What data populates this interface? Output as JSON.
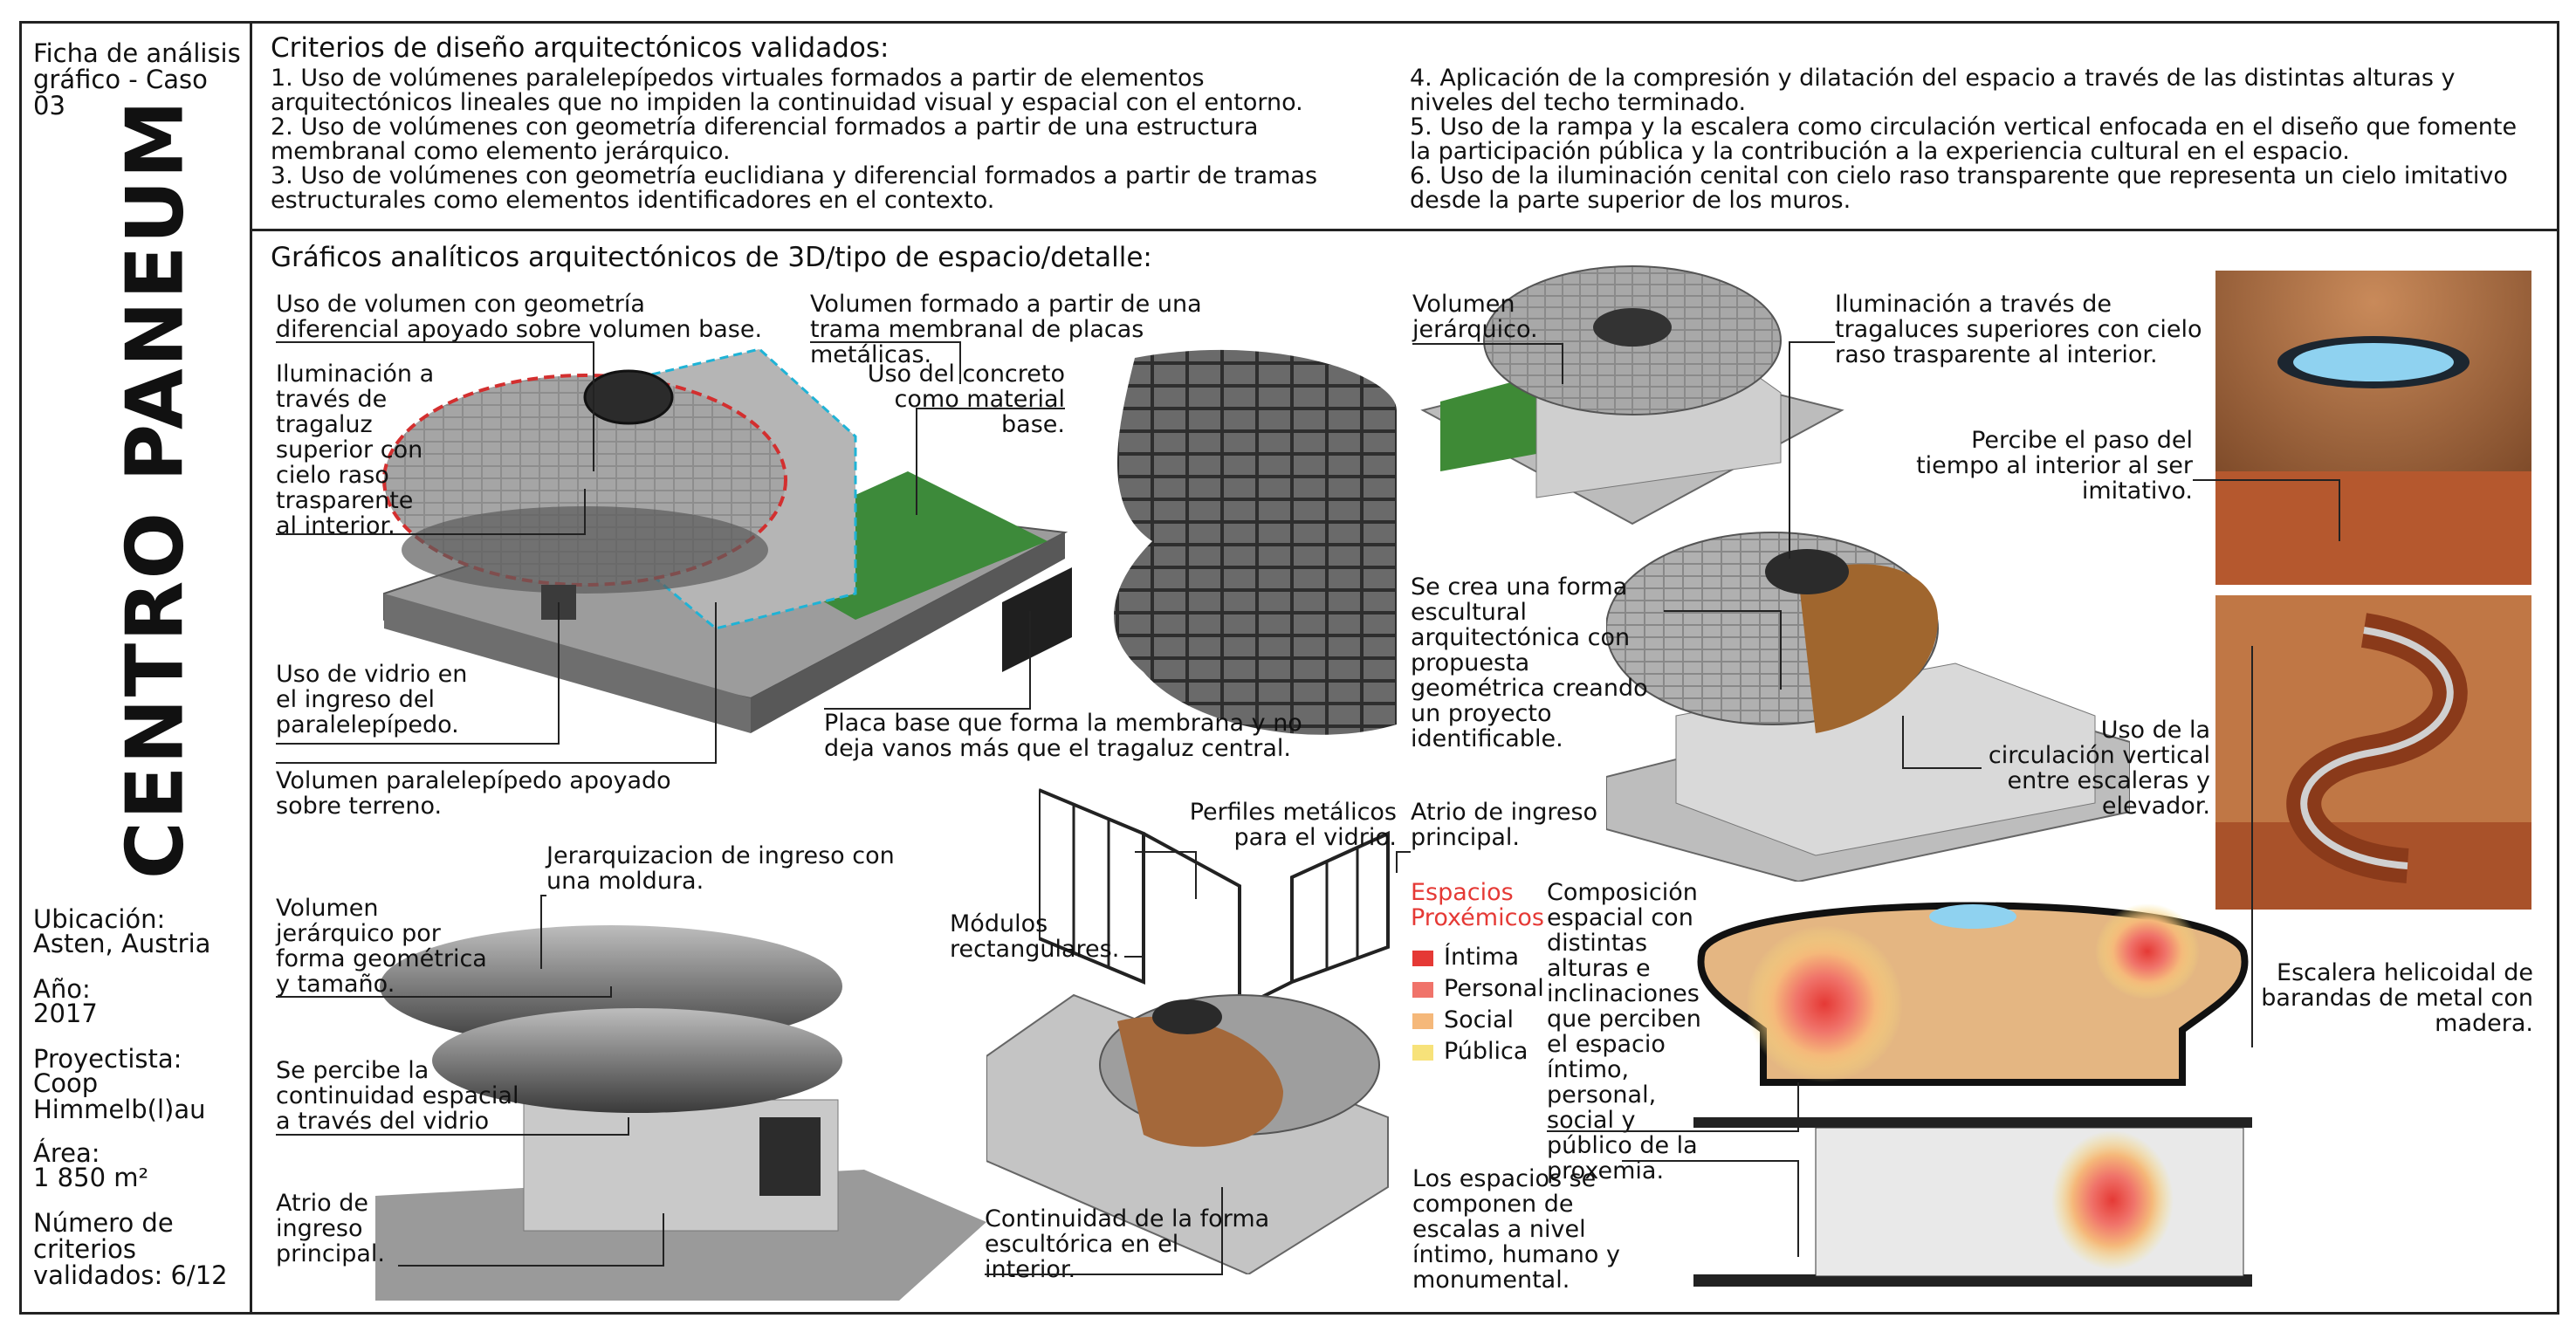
{
  "sidebar": {
    "sheet_label": "Ficha de análisis gráfico - Caso 03",
    "title": "CENTRO PANEUM",
    "location_label": "Ubicación:",
    "location_value": "Asten, Austria",
    "year_label": "Año:",
    "year_value": "2017",
    "designer_label": "Proyectista:",
    "designer_value": "Coop Himmelb(l)au",
    "area_label": "Área:",
    "area_value": "1 850 m²",
    "criteria_label": "Número de criterios validados: 6/12"
  },
  "criteria": {
    "heading": "Criterios de diseño arquitectónicos validados:",
    "items": [
      "1. Uso de volúmenes paralelepípedos virtuales formados a partir de elementos arquitectónicos lineales que no impiden la continuidad visual y espacial con el entorno.",
      "2. Uso de volúmenes con geometría diferencial formados a partir de una estructura membranal como elemento jerárquico.",
      "3. Uso de volúmenes con geometría euclidiana y diferencial formados a partir de tramas estructurales como elementos identificadores en el contexto.",
      "4. Aplicación de la compresión y dilatación del espacio a través de las distintas alturas y niveles del techo terminado.",
      "5. Uso de la rampa y la escalera como circulación vertical enfocada en el diseño que fomente la participación pública y la contribución a la experiencia cultural en el espacio.",
      "6. Uso de la iluminación cenital con cielo raso transparente que representa un cielo imitativo desde la parte superior de los muros."
    ]
  },
  "graphics": {
    "heading": "Gráficos analíticos arquitectónicos de 3D/tipo de espacio/detalle:",
    "labels": {
      "diff_volume": "Uso de volumen con geometría diferencial apoyado sobre volumen base.",
      "illumination": "Iluminación a través de tragaluz superior con cielo raso trasparente al interior.",
      "membrane_volume": "Volumen formado a partir de una trama membranal de placas metálicas.",
      "concrete": "Uso del concreto como material base.",
      "glass": "Uso de vidrio en el ingreso del paralelepípedo.",
      "base_plate": "Placa base que forma la membrana y no deja vanos más que el tragaluz central.",
      "parallelepiped": "Volumen paralelepípedo apoyado sobre terreno.",
      "hierarchical": "Volumen jerárquico.",
      "skylights": "Iluminación a través de tragaluces superiores con cielo raso trasparente al interior.",
      "time_passage": "Percibe el paso del tiempo al interior al ser imitativo.",
      "sculptural": "Se crea una forma escultural arquitectónica con propuesta geométrica creando un proyecto identificable.",
      "circulation": "Uso de la circulación vertical entre escaleras y elevador.",
      "metal_profiles": "Perfiles metálicos para el vidrio.",
      "modules": "Módulos rectangulares.",
      "atrium_main": "Atrio de ingreso principal.",
      "helical_stair": "Escalera helicoidal de barandas de metal con madera.",
      "hierarchy_entry": "Jerarquizacion de ingreso con una moldura.",
      "hier_volume_form": "Volumen jerárquico por forma geométrica y tamaño.",
      "glass_continuity": "Se percibe la continuidad espacial a través del vidrio",
      "atrium_entry": "Atrio de ingreso principal.",
      "sculptural_continuity": "Continuidad de la forma escultórica en el interior.",
      "composition": "Composición espacial con distintas alturas e inclinaciones que perciben el espacio íntimo, personal, social y público de la proxemia.",
      "scales": "Los espacios se componen de escalas a nivel íntimo, humano y monumental."
    },
    "proxemic_legend": {
      "title": "Espacios Proxémicos",
      "items": [
        {
          "label": "Íntima",
          "color": "#e53935"
        },
        {
          "label": "Personal",
          "color": "#f0736a"
        },
        {
          "label": "Social",
          "color": "#f5b87a"
        },
        {
          "label": "Pública",
          "color": "#f7e27a"
        }
      ]
    }
  }
}
